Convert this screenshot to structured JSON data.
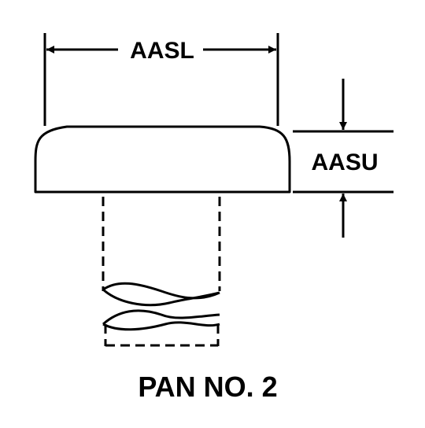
{
  "title": "PAN NO. 2",
  "dimensions": {
    "width_label": "AASL",
    "height_label": "AASU"
  },
  "colors": {
    "line": "#000000",
    "background": "#ffffff"
  }
}
